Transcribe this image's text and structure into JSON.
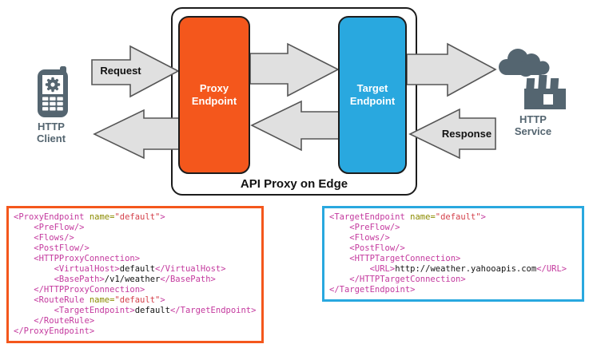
{
  "diagram": {
    "client": {
      "icon": "mobile-phone-icon",
      "label": [
        "HTTP",
        "Client"
      ]
    },
    "service": {
      "icon": "factory-icon",
      "label": [
        "HTTP",
        "Service"
      ]
    },
    "container_title": "API Proxy on Edge",
    "proxy_endpoint": {
      "label": [
        "Proxy",
        "Endpoint"
      ],
      "color": "#f4571c"
    },
    "target_endpoint": {
      "label": [
        "Target",
        "Endpoint"
      ],
      "color": "#29a8df"
    },
    "request_label": "Request",
    "response_label": "Response",
    "arrow_fill": "#e0e0e0",
    "arrow_stroke": "#565656",
    "icon_color": "#546570"
  },
  "code": {
    "syntax_colors": {
      "t": "#c4399e",
      "a": "#8b8b00",
      "v": "#d4414b",
      "p": "#141414"
    },
    "proxy_block": {
      "border_color": "#f4571c",
      "lines": [
        [
          {
            "c": "t",
            "t": "<ProxyEndpoint "
          },
          {
            "c": "a",
            "t": "name="
          },
          {
            "c": "v",
            "t": "\"default\""
          },
          {
            "c": "t",
            "t": ">"
          }
        ],
        [
          {
            "c": "t",
            "t": "    <PreFlow/>"
          }
        ],
        [
          {
            "c": "t",
            "t": "    <Flows/>"
          }
        ],
        [
          {
            "c": "t",
            "t": "    <PostFlow/>"
          }
        ],
        [
          {
            "c": "t",
            "t": "    <HTTPProxyConnection>"
          }
        ],
        [
          {
            "c": "t",
            "t": "        <VirtualHost>"
          },
          {
            "c": "p",
            "t": "default"
          },
          {
            "c": "t",
            "t": "</VirtualHost>"
          }
        ],
        [
          {
            "c": "t",
            "t": "        <BasePath>"
          },
          {
            "c": "p",
            "t": "/v1/weather"
          },
          {
            "c": "t",
            "t": "</BasePath>"
          }
        ],
        [
          {
            "c": "t",
            "t": "    </HTTPProxyConnection>"
          }
        ],
        [
          {
            "c": "t",
            "t": "    <RouteRule "
          },
          {
            "c": "a",
            "t": "name="
          },
          {
            "c": "v",
            "t": "\"default\""
          },
          {
            "c": "t",
            "t": ">"
          }
        ],
        [
          {
            "c": "t",
            "t": "        <TargetEndpoint>"
          },
          {
            "c": "p",
            "t": "default"
          },
          {
            "c": "t",
            "t": "</TargetEndpoint>"
          }
        ],
        [
          {
            "c": "t",
            "t": "    </RouteRule>"
          }
        ],
        [
          {
            "c": "t",
            "t": "</ProxyEndpoint>"
          }
        ]
      ]
    },
    "target_block": {
      "border_color": "#29a8df",
      "lines": [
        [
          {
            "c": "t",
            "t": "<TargetEndpoint "
          },
          {
            "c": "a",
            "t": "name="
          },
          {
            "c": "v",
            "t": "\"default\""
          },
          {
            "c": "t",
            "t": ">"
          }
        ],
        [
          {
            "c": "t",
            "t": "    <PreFlow/>"
          }
        ],
        [
          {
            "c": "t",
            "t": "    <Flows/>"
          }
        ],
        [
          {
            "c": "t",
            "t": "    <PostFlow/>"
          }
        ],
        [
          {
            "c": "t",
            "t": "    <HTTPTargetConnection>"
          }
        ],
        [
          {
            "c": "t",
            "t": "        <URL>"
          },
          {
            "c": "p",
            "t": "http://weather.yahooapis.com"
          },
          {
            "c": "t",
            "t": "</URL>"
          }
        ],
        [
          {
            "c": "t",
            "t": "    </HTTPTargetConnection>"
          }
        ],
        [
          {
            "c": "t",
            "t": "</TargetEndpoint>"
          }
        ]
      ]
    }
  }
}
